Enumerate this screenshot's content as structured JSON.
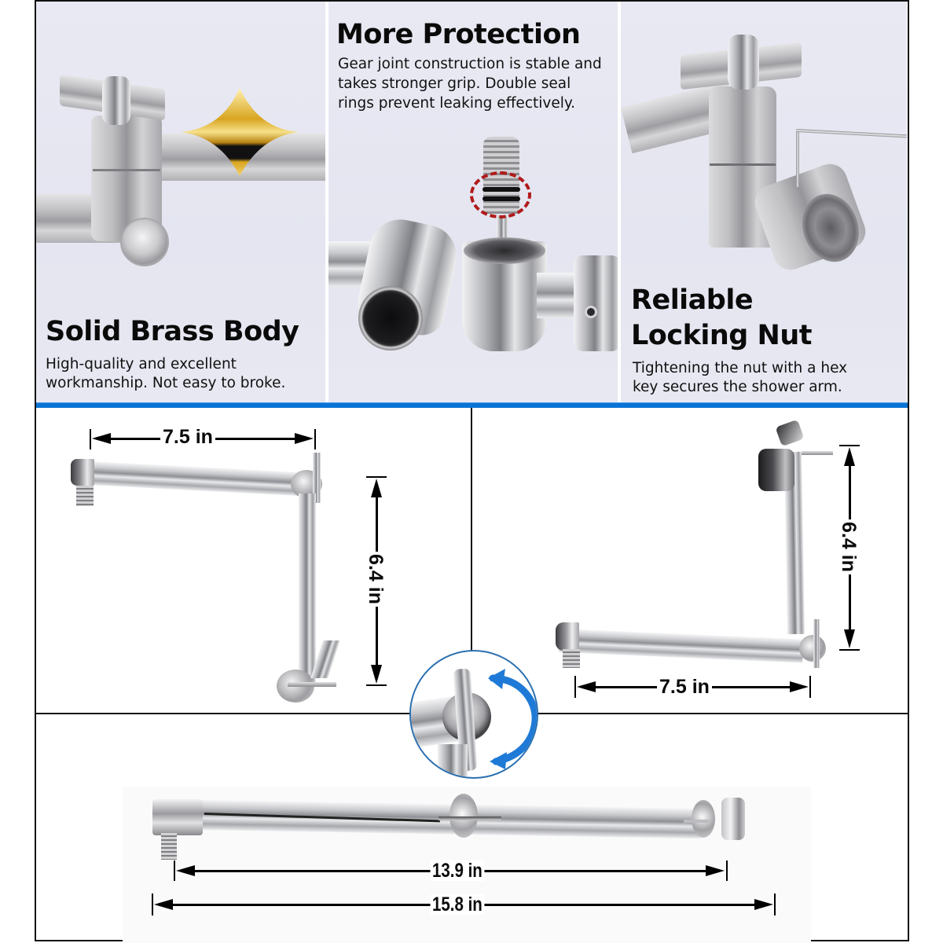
{
  "features": [
    {
      "title": "Solid Brass Body",
      "description_lines": [
        "High-quality and excellent",
        "workmanship. Not easy to broke."
      ],
      "image": "brass-joint-closeup-with-gold-layer-icon"
    },
    {
      "title": "More Protection",
      "description_lines": [
        "Gear joint construction is stable and",
        "takes stronger grip. Double seal",
        "rings prevent leaking effectively."
      ],
      "image": "gear-joint-with-double-seal-rings-highlighted"
    },
    {
      "title_lines": [
        "Reliable",
        "Locking Nut"
      ],
      "description_lines": [
        "Tightening the nut with a hex",
        "key secures the shower arm."
      ],
      "image": "locking-nut-with-hex-key"
    }
  ],
  "colors": {
    "panel_background": "#e6e7f1",
    "divider_blue": "#0a73d4",
    "seal_highlight_red": "#b01a1a",
    "rotate_arrow_blue": "#1e7ad6",
    "frame_line": "#111111"
  },
  "dimensions": {
    "config_a": {
      "horizontal_label": "7.5 in",
      "vertical_label": "6.4 in",
      "orientation": "arm-down"
    },
    "config_b": {
      "horizontal_label": "7.5 in",
      "vertical_label": "6.4 in",
      "orientation": "arm-up"
    },
    "extended": {
      "inner_label": "13.9 in",
      "outer_label": "15.8 in",
      "orientation": "straight"
    },
    "rotation_inset": {
      "icon": "rotate-arrows-icon"
    }
  }
}
